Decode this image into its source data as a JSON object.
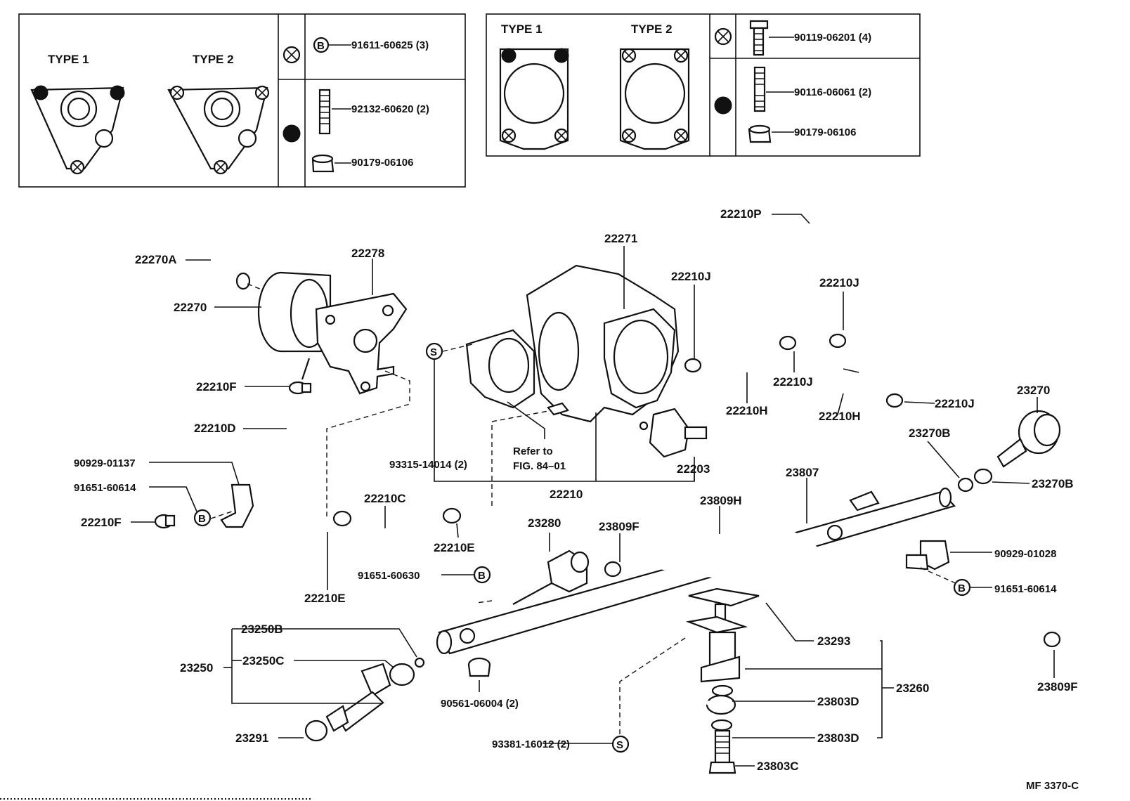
{
  "legend_left": {
    "type1": "TYPE 1",
    "type2": "TYPE 2",
    "part_b": "B",
    "part1": "91611-60625 (3)",
    "part2": "92132-60620 (2)",
    "part3": "90179-06106"
  },
  "legend_right": {
    "type1": "TYPE 1",
    "type2": "TYPE 2",
    "part1": "90119-06201 (4)",
    "part2": "90116-06061 (2)",
    "part3": "90179-06106"
  },
  "callouts": {
    "c22270A": "22270A",
    "c22278": "22278",
    "c22270": "22270",
    "c22210F_a": "22210F",
    "c22210D": "22210D",
    "c90929_01137": "90929-01137",
    "c91651_60614_a": "91651-60614",
    "c22210F_b": "22210F",
    "c22210C": "22210C",
    "c22210E_a": "22210E",
    "c22210E_b": "22210E",
    "c22271": "22271",
    "c22210J_a": "22210J",
    "c22210J_b": "22210J",
    "c22210J_c": "22210J",
    "c22210J_d": "22210J",
    "c22210P": "22210P",
    "c22210H_a": "22210H",
    "c22210H_b": "22210H",
    "c93315_14014": "93315-14014 (2)",
    "refer1": "Refer to",
    "refer2": "FIG. 84–01",
    "c22210": "22210",
    "c22203": "22203",
    "c23270": "23270",
    "c23270B_a": "23270B",
    "c23270B_b": "23270B",
    "c23807": "23807",
    "c23809H": "23809H",
    "c23280": "23280",
    "c23809F_a": "23809F",
    "c23809F_b": "23809F",
    "c90929_01028": "90929-01028",
    "c91651_60614_b": "91651-60614",
    "c91651_60630": "91651-60630",
    "c23250B": "23250B",
    "c23250C": "23250C",
    "c23250": "23250",
    "c23291": "23291",
    "c90561_06004": "90561-06004 (2)",
    "c93381_16012": "93381-16012 (2)",
    "c23293": "23293",
    "c23260": "23260",
    "c23803D_a": "23803D",
    "c23803D_b": "23803D",
    "c23803C": "23803C"
  },
  "circled": {
    "s": "S",
    "b": "B"
  },
  "footer": {
    "code": "MF  3370-C"
  }
}
